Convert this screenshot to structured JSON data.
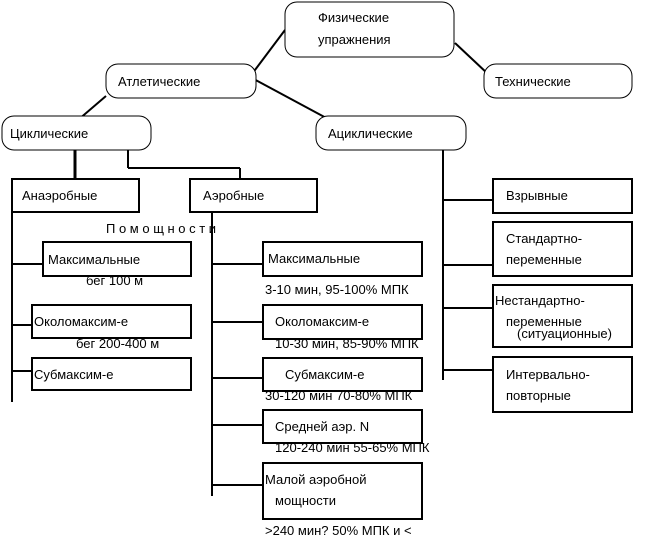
{
  "root": {
    "line1": "Физические",
    "line2": "упражнения"
  },
  "athletic": "Атлетические",
  "technical": "Технические",
  "cyclic": "Циклические",
  "acyclic": "Ациклические",
  "anaerobic": {
    "title": "Анаэробные",
    "items": [
      {
        "label": "Максимальные",
        "note": "бег 100 м"
      },
      {
        "label": "Околомаксим-е",
        "note": "бег 200-400 м"
      },
      {
        "label": "Субмаксим-е",
        "note": ""
      }
    ]
  },
  "power_label": "П о   м о щ н о с т и",
  "aerobic": {
    "title": "Аэробные",
    "items": [
      {
        "label": "Максимальные",
        "note": "3-10 мин, 95-100% МПК"
      },
      {
        "label": "Околомаксим-е",
        "note": "10-30 мин, 85-90% МПК"
      },
      {
        "label": "Субмаксим-е",
        "note": "30-120 мин 70-80% МПК"
      },
      {
        "label": "Средней аэр. N",
        "note": "120-240 мин 55-65% МПК"
      },
      {
        "label_line1": "Малой аэробной",
        "label_line2": "мощности",
        "note": ">240 мин? 50% МПК и  <"
      }
    ]
  },
  "acyclic_items": [
    {
      "line1": "Взрывные"
    },
    {
      "line1": "Стандартно-",
      "line2": "переменные"
    },
    {
      "line1": "Нестандартно-",
      "line2": "переменные",
      "line3": "(ситуационные)"
    },
    {
      "line1": "Интервально-",
      "line2": "повторные"
    }
  ]
}
